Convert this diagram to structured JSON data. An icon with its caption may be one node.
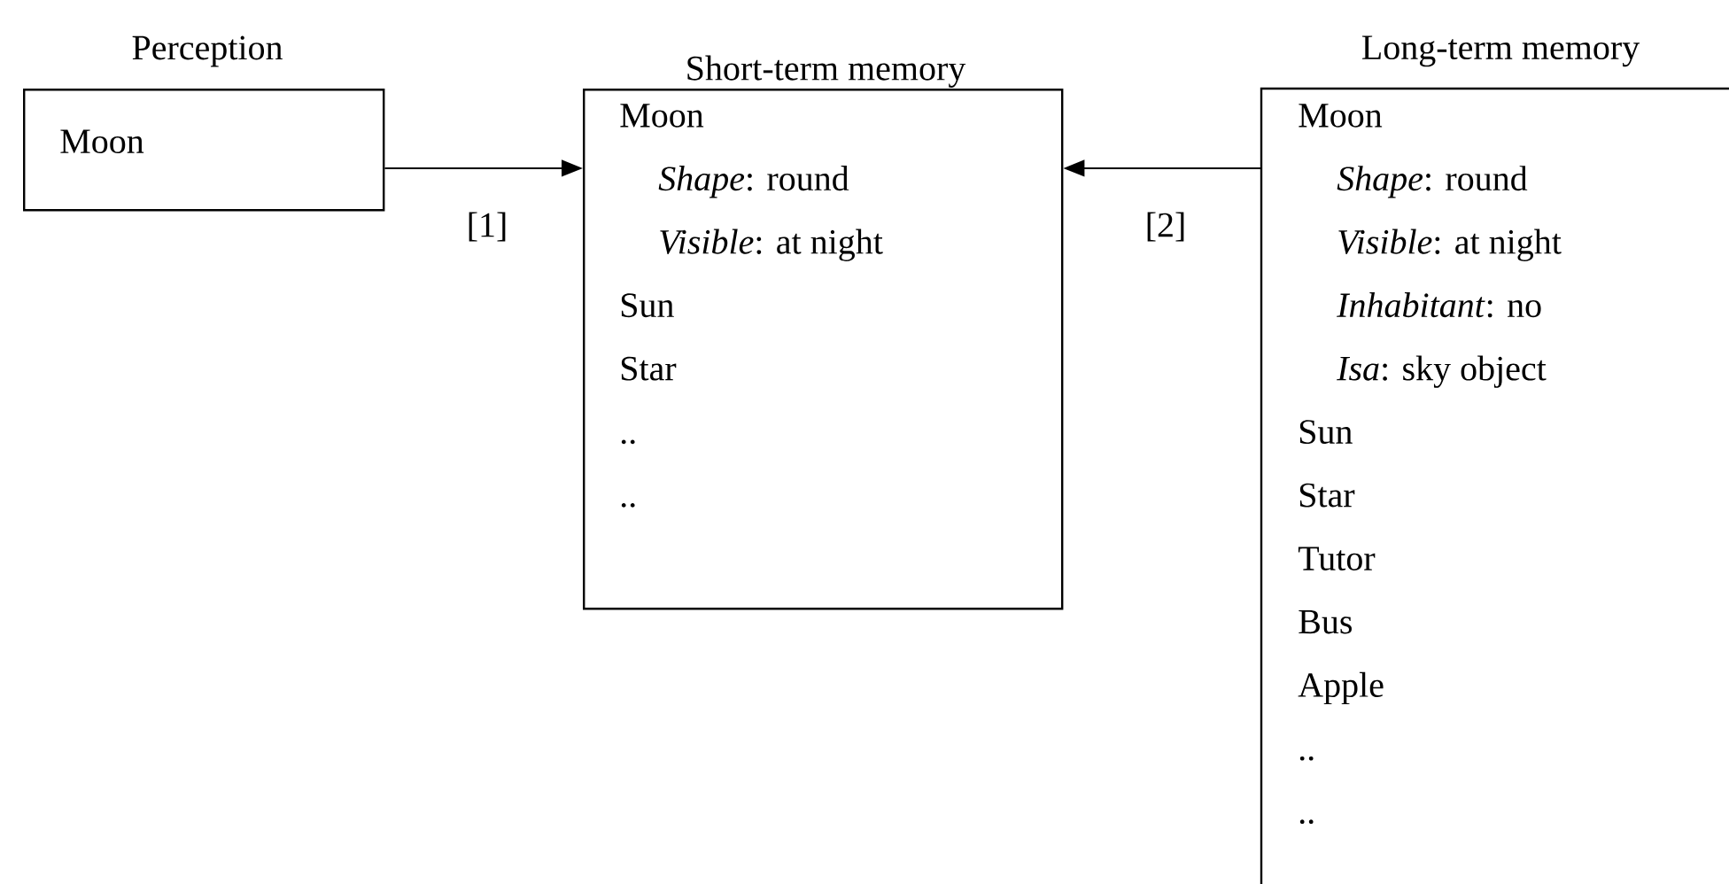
{
  "diagram": {
    "nodes": [
      {
        "text": [
          "Perception",
          "Moon"
        ]
      },
      {
        "text": [
          "Short-term memory",
          "Moon",
          "*Shape*: round",
          "*Visible*: at night",
          "Sun",
          "Star",
          "..",
          ".."
        ]
      },
      {
        "text": [
          "Long-term memory",
          "Moon",
          "*Shape*: round",
          "*Visible*: at night",
          "*Inhabitant*: no",
          "*Isa*: sky object",
          "Sun",
          "Star",
          "Tutor",
          "Bus",
          "Apple",
          "..",
          ".."
        ]
      }
    ],
    "edges": [
      {
        "from": 0,
        "to": 1,
        "arrow": "to",
        "label": "[1]"
      },
      {
        "from": 2,
        "to": 1,
        "arrow": "to",
        "label": "[2]"
      }
    ]
  }
}
